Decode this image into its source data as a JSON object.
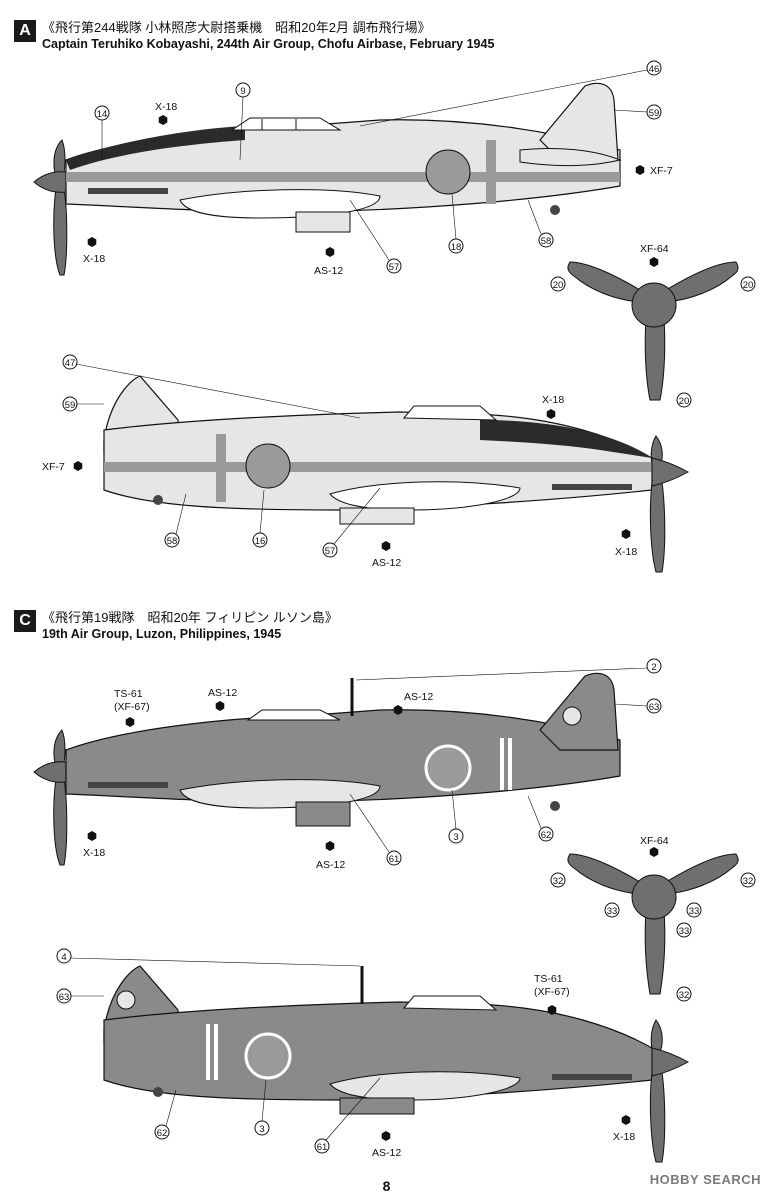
{
  "section_a": {
    "letter": "A",
    "title_jp": "《飛行第244戦隊 小林照彦大尉搭乗機　昭和20年2月 調布飛行場》",
    "title_en": "Captain Teruhiko Kobayashi, 244th Air Group, Chofu Airbase, February 1945"
  },
  "section_c": {
    "letter": "C",
    "title_jp": "《飛行第19戦隊　昭和20年 フィリピン ルソン島》",
    "title_en": "19th Air Group, Luzon, Philippines, 1945"
  },
  "colors": {
    "silver": "#e6e6e6",
    "dark_green": "#8a8a8a",
    "anti_glare": "#2b2b2b",
    "hinomaru": "#9a9a9a",
    "stripe": "#9a9a9a"
  },
  "a_left": {
    "x18_top": "X-18",
    "n14": "14",
    "n9": "9",
    "n46": "46",
    "n59": "59",
    "xf7": "XF-7",
    "n18": "18",
    "n58": "58",
    "n57": "57",
    "as12": "AS-12",
    "x18_bot": "X-18"
  },
  "a_right": {
    "n47": "47",
    "n59": "59",
    "xf7": "XF-7",
    "n58": "58",
    "n16": "16",
    "n57": "57",
    "as12": "AS-12",
    "x18_top": "X-18",
    "x18_bot": "X-18"
  },
  "prop_a": {
    "xf64": "XF-64",
    "n20a": "20",
    "n20b": "20",
    "n20c": "20"
  },
  "c_left": {
    "n2": "2",
    "ts61": "TS-61",
    "xf67": "(XF-67)",
    "as12_top1": "AS-12",
    "as12_top2": "AS-12",
    "n63": "63",
    "n3": "3",
    "n62": "62",
    "n61": "61",
    "as12": "AS-12",
    "x18": "X-18"
  },
  "prop_c": {
    "xf64": "XF-64",
    "n32a": "32",
    "n32b": "32",
    "n32c": "32",
    "n33a": "33",
    "n33b": "33",
    "n33c": "33"
  },
  "c_right": {
    "n4": "4",
    "n63": "63",
    "ts61": "TS-61",
    "xf67": "(XF-67)",
    "n62": "62",
    "n3": "3",
    "n61": "61",
    "as12": "AS-12",
    "x18": "X-18"
  },
  "page_number": "8",
  "watermark": "HOBBY SEARCH"
}
